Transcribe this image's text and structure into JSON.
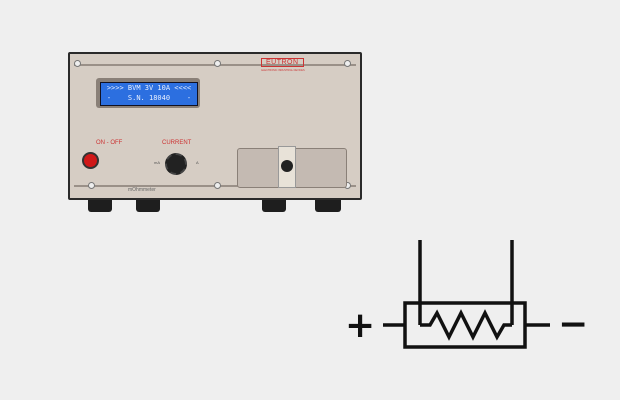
{
  "device": {
    "brand": "EUTRON",
    "brand_tagline": "ELECTRONIC INDUSTRIAL DEVICES",
    "lcd_line1": ">>>> BVM 3V 10A <<<<",
    "lcd_line2": "-    S.N. 18040    -",
    "power_label": "ON - OFF",
    "current_label": "CURRENT",
    "knob_min": "mA",
    "knob_max": "A",
    "model_label": "mOhmmeter"
  },
  "symbol": {
    "plus": "+",
    "minus": "−"
  },
  "colors": {
    "background": "#efefef",
    "panel": "#d6cdc4",
    "lcd": "#2c6fe0",
    "accent": "#cc3333"
  }
}
